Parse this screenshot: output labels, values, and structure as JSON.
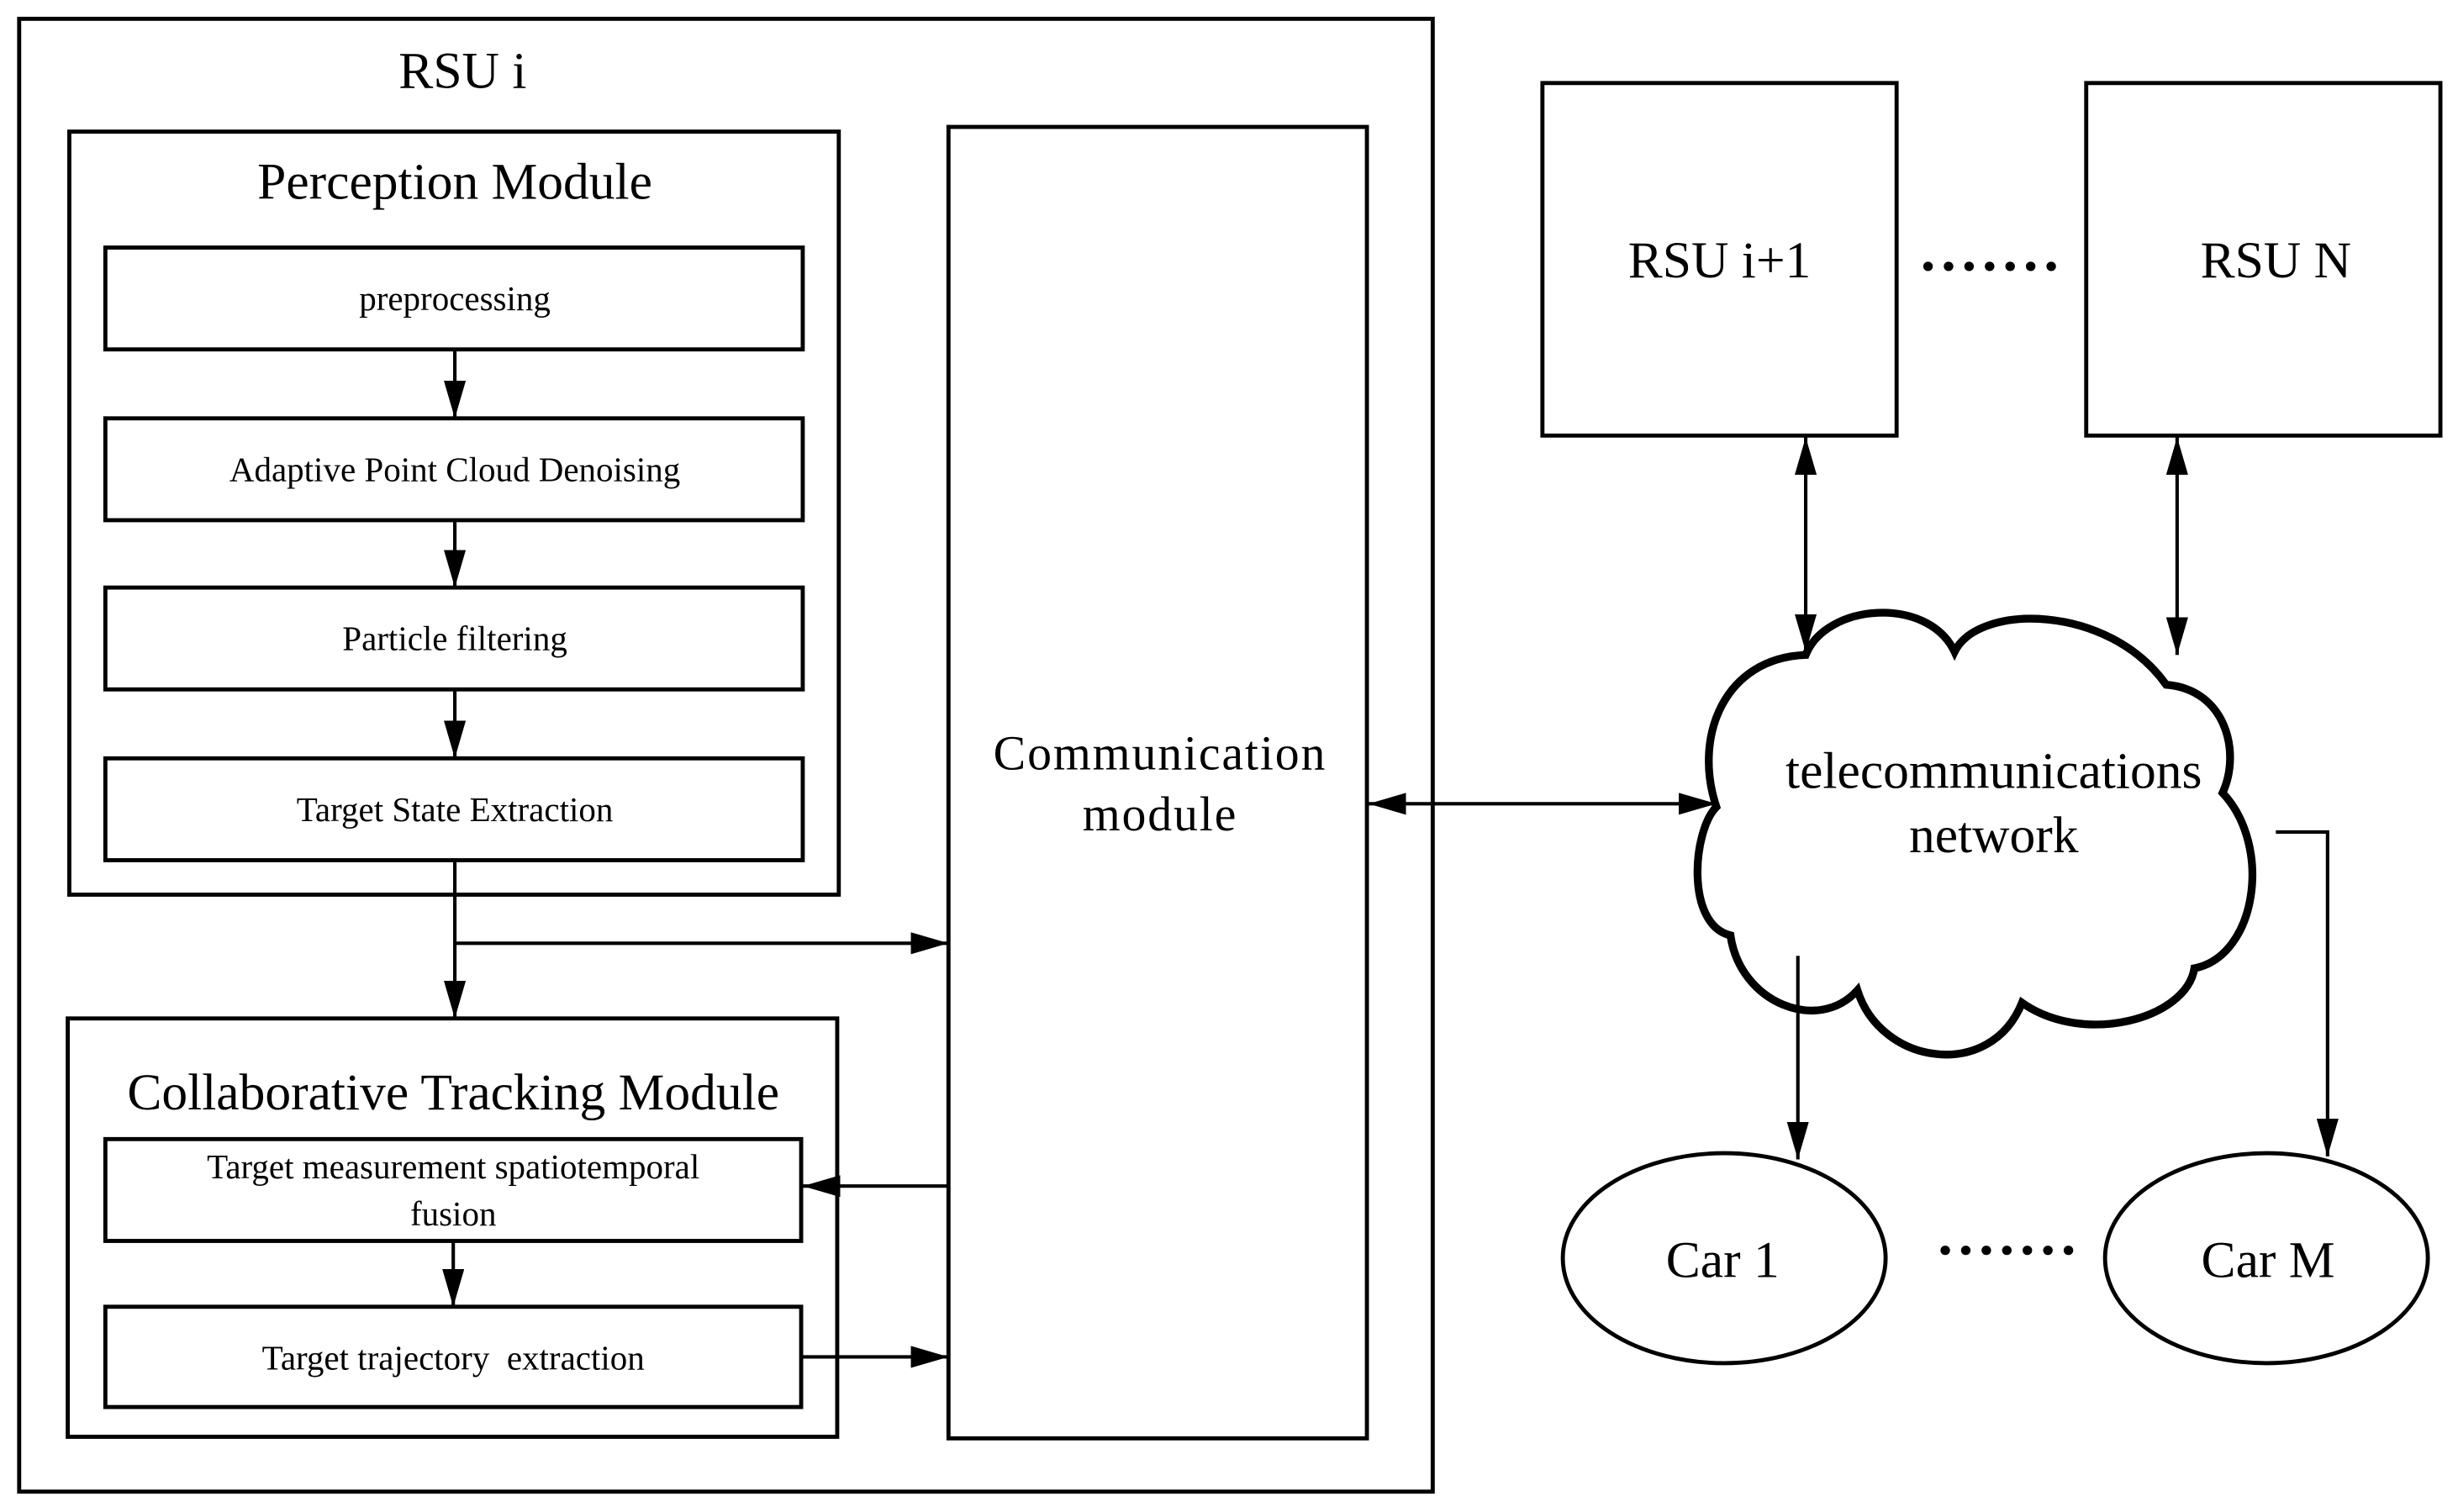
{
  "diagram": {
    "rsu_i": {
      "title": "RSU i",
      "perception_module": {
        "title": "Perception Module",
        "steps": [
          "preprocessing",
          "Adaptive Point Cloud Denoising",
          "Particle filtering",
          "Target State Extraction"
        ]
      },
      "collaborative_tracking_module": {
        "title": "Collaborative Tracking Module",
        "steps": [
          {
            "line1": "Target measurement spatiotemporal",
            "line2": "fusion"
          },
          {
            "line1": "Target trajectory  extraction"
          }
        ]
      },
      "communication_module": {
        "line1": "Communication",
        "line2": "module"
      }
    },
    "other_rsus": [
      "RSU i+1",
      "RSU N"
    ],
    "network": {
      "line1": "telecommunications",
      "line2": "network"
    },
    "cars": [
      "Car 1",
      "Car M"
    ],
    "ellipsis": "......",
    "connections": [
      {
        "from": "preprocessing",
        "to": "Adaptive Point Cloud Denoising",
        "type": "arrow"
      },
      {
        "from": "Adaptive Point Cloud Denoising",
        "to": "Particle filtering",
        "type": "arrow"
      },
      {
        "from": "Particle filtering",
        "to": "Target State Extraction",
        "type": "arrow"
      },
      {
        "from": "Target State Extraction",
        "to": "Collaborative Tracking Module",
        "type": "arrow"
      },
      {
        "from": "Target State Extraction",
        "to": "Communication module",
        "type": "arrow"
      },
      {
        "from": "Communication module",
        "to": "Target measurement spatiotemporal fusion",
        "type": "arrow"
      },
      {
        "from": "Target measurement spatiotemporal fusion",
        "to": "Target trajectory extraction",
        "type": "arrow"
      },
      {
        "from": "Target trajectory extraction",
        "to": "Communication module",
        "type": "arrow"
      },
      {
        "from": "Communication module",
        "to": "telecommunications network",
        "type": "bidirectional"
      },
      {
        "from": "RSU i+1",
        "to": "telecommunications network",
        "type": "bidirectional"
      },
      {
        "from": "RSU N",
        "to": "telecommunications network",
        "type": "bidirectional"
      },
      {
        "from": "telecommunications network",
        "to": "Car 1",
        "type": "arrow"
      },
      {
        "from": "telecommunications network",
        "to": "Car M",
        "type": "arrow"
      }
    ]
  }
}
